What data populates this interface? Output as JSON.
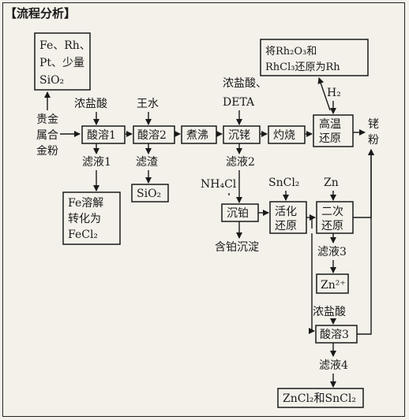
{
  "section_title": "【流程分析】",
  "note_box": {
    "line1": "Fe、Rh、",
    "line2": "Pt、少量",
    "line3": "SiO₂"
  },
  "feed": {
    "line1": "贵金",
    "line2": "属合",
    "line3": "金粉"
  },
  "reagents": {
    "conc_hcl_1": "浓盐酸",
    "aqua_regia": "王水",
    "hcl_deta_1": "浓盐酸、",
    "hcl_deta_2": "DETA",
    "h2": "H₂",
    "nh4cl": "NH₄Cl",
    "sncl2": "SnCl₂",
    "zn": "Zn",
    "conc_hcl_2": "浓盐酸"
  },
  "steps": {
    "acid1": "酸溶1",
    "acid2": "酸溶2",
    "boil": "煮沸",
    "precip_rh": "沉铑",
    "calcine": "灼烧",
    "htr_1": "高温",
    "htr_2": "还原",
    "precip_pt": "沉铂",
    "act_1": "活化",
    "act_2": "还原",
    "sec_1": "二次",
    "sec_2": "还原",
    "acid3": "酸溶3"
  },
  "products": {
    "rh_1": "铑",
    "rh_2": "粉",
    "filtrate1": "滤液1",
    "residue": "滤渣",
    "sio2": "SiO₂",
    "filtrate2": "滤液2",
    "pt_precip": "含铂沉淀",
    "filtrate3": "滤液3",
    "zn_ion": "Zn²⁺",
    "filtrate4": "滤液4",
    "final": "ZnCl₂和SnCl₂"
  },
  "fe_note": {
    "line1": "Fe溶解",
    "line2": "转化为",
    "line3": "FeCl₂"
  },
  "rh_note": {
    "line1": "将Rh₂O₃和",
    "line2": "RhCl₃还原为Rh"
  }
}
